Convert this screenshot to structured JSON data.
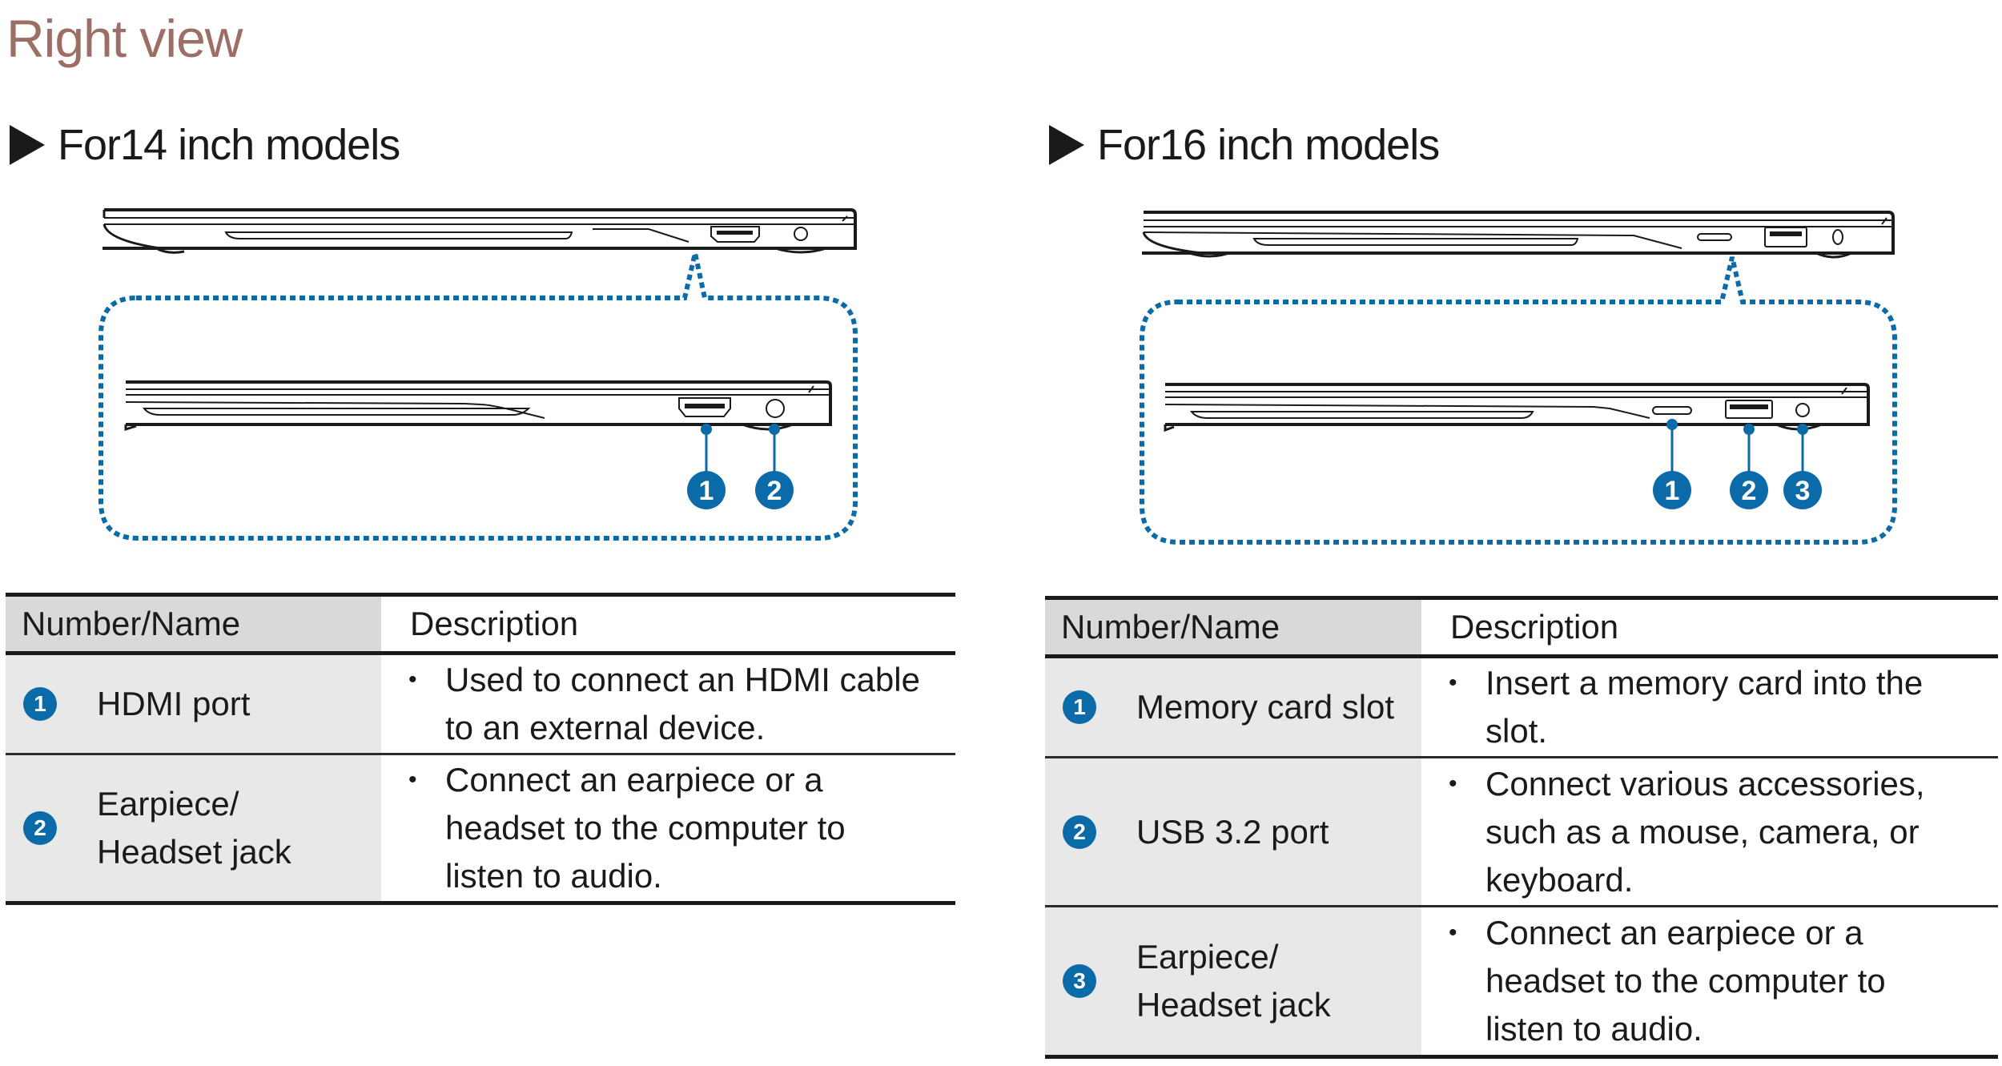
{
  "page_title": "Right view",
  "colors": {
    "title": "#9c6e66",
    "callout_blue": "#0b6aa8",
    "header_gray": "#d8d9db",
    "row_gray": "#e8e8e8"
  },
  "sections": [
    {
      "heading": "For14 inch models",
      "figure": {
        "ports": [
          "hdmi-port",
          "earpiece-headset-jack"
        ],
        "callouts": [
          "1",
          "2"
        ]
      },
      "table": {
        "headers": [
          "Number/Name",
          "Description"
        ],
        "rows": [
          {
            "number": "1",
            "name": "HDMI port",
            "bullet": "•",
            "description": "Used to connect an HDMI cable\nto an external device."
          },
          {
            "number": "2",
            "name": "Earpiece/\nHeadset jack",
            "bullet": "•",
            "description": "Connect an earpiece or a\nheadset to the computer to\nlisten to audio."
          }
        ]
      }
    },
    {
      "heading": "For16 inch models",
      "figure": {
        "ports": [
          "memory-card-slot",
          "usb-port",
          "earpiece-headset-jack"
        ],
        "callouts": [
          "1",
          "2",
          "3"
        ]
      },
      "table": {
        "headers": [
          "Number/Name",
          "Description"
        ],
        "rows": [
          {
            "number": "1",
            "name": "Memory card slot",
            "bullet": "•",
            "description": "Insert a memory card into the\nslot."
          },
          {
            "number": "2",
            "name": "USB 3.2 port",
            "bullet": "•",
            "description": "Connect various accessories,\nsuch as a mouse, camera, or\nkeyboard."
          },
          {
            "number": "3",
            "name": "Earpiece/\nHeadset jack",
            "bullet": "•",
            "description": "Connect an earpiece or a\nheadset to the computer to\nlisten to audio."
          }
        ]
      }
    }
  ]
}
